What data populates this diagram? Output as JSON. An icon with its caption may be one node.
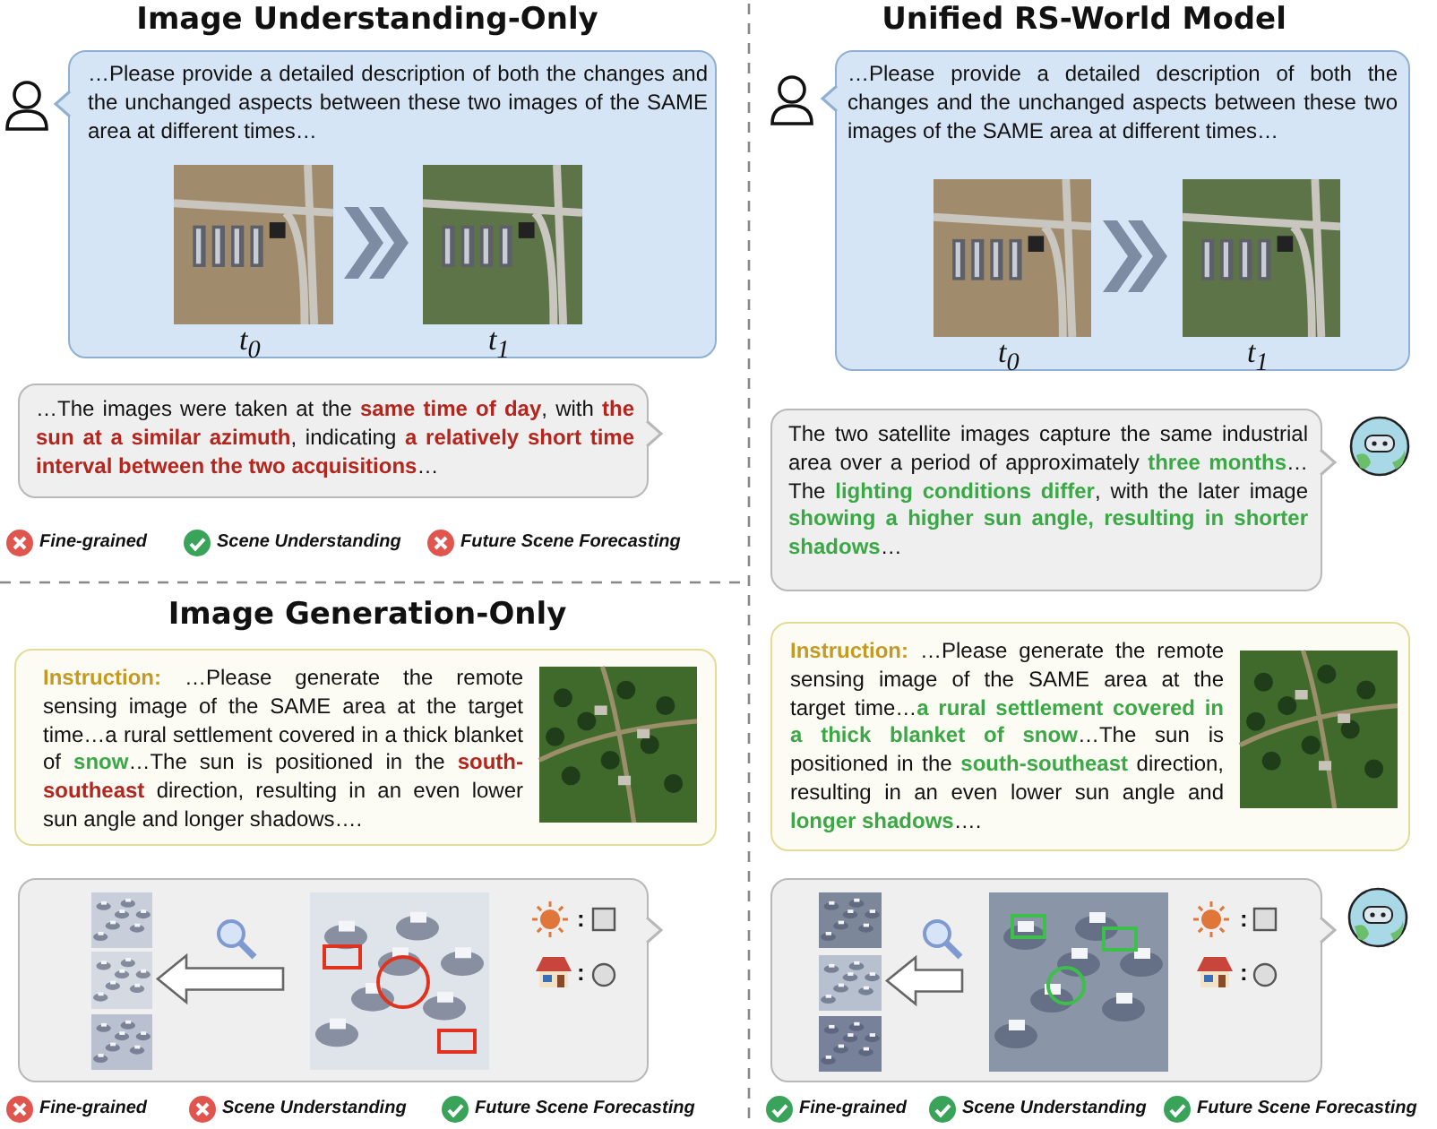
{
  "diagram": {
    "nodes": [
      {
        "text": [
          "…Please provide a detailed description of both the changes and the unchanged aspects between these two images of the SAME area at different times…"
        ]
      },
      {
        "text": [],
        "shape": "picture",
        "in": 0,
        "beside": [
          "t$_{0}$"
        ]
      },
      {
        "text": [],
        "shape": "picture",
        "in": 0,
        "beside": [
          "t$_{1}$"
        ]
      },
      {
        "text": [
          "…The images were taken at the **same time of day**, with **the sun at a similar azimuth**, indicating **a relatively short time interval between the two acquisitions**…"
        ]
      },
      {
        "text": [
          "**Instruction:** …Please generate the remote sensing image of the SAME area at the target time…a rural settlement covered in a thick blanket of **snow**…The sun is positioned in the **south-southeast** direction, resulting in an even lower sun angle and longer shadows…."
        ]
      },
      {
        "text": [],
        "shape": "picture",
        "in": 4
      },
      {
        "text": [],
        "shape": "box"
      },
      {
        "text": [],
        "shape": "picture",
        "in": 6
      },
      {
        "text": [],
        "shape": "picture",
        "in": 6
      },
      {
        "text": [],
        "shape": "picture",
        "in": 6
      },
      {
        "text": [],
        "shape": "picture",
        "in": 6
      },
      {
        "text": [
          "…Please provide a detailed description of both the changes and the unchanged aspects between these two images of the SAME area at different times…"
        ]
      },
      {
        "text": [],
        "shape": "picture",
        "in": 11,
        "beside": [
          "t$_{0}$"
        ]
      },
      {
        "text": [],
        "shape": "picture",
        "in": 11,
        "beside": [
          "t$_{1}$"
        ]
      },
      {
        "text": [
          "The two satellite images capture the same industrial area over a period of approximately **three months**…The **lighting conditions differ**, with the later image **showing a higher sun angle, resulting in shorter shadows**…"
        ]
      },
      {
        "text": [
          "**Instruction:** …Please generate the remote sensing image of the SAME area at the target time…**a rural settlement covered in a thick blanket of snow**…The sun is positioned in the **south-southeast** direction, resulting in an even lower sun angle and **longer shadows**…."
        ]
      },
      {
        "text": [],
        "shape": "picture",
        "in": 15
      },
      {
        "text": [],
        "shape": "box"
      },
      {
        "text": [],
        "shape": "picture",
        "in": 17
      },
      {
        "text": [],
        "shape": "picture",
        "in": 17
      },
      {
        "text": [],
        "shape": "picture",
        "in": 17
      },
      {
        "text": [],
        "shape": "picture",
        "in": 17
      }
    ],
    "edges": [
      {
        "from": 1,
        "to": 2,
        "arrow": "to"
      },
      {
        "from": 7,
        "to": 9,
        "arrow": "to"
      },
      {
        "from": 12,
        "to": 13,
        "arrow": "to"
      },
      {
        "from": 18,
        "to": 20,
        "arrow": "to"
      }
    ],
    "labels": [
      "Image Understanding-Only",
      "Unified RS-World Model",
      "Fine-grained",
      "Scene Understanding",
      "Future Scene Forecasting",
      "Image Generation-Only",
      ":",
      ":",
      ":",
      ":",
      "Fine-grained",
      "Scene Understanding",
      "Future Scene Forecasting",
      "Fine-grained",
      "Scene Understanding",
      "Future Scene Forecasting"
    ]
  }
}
